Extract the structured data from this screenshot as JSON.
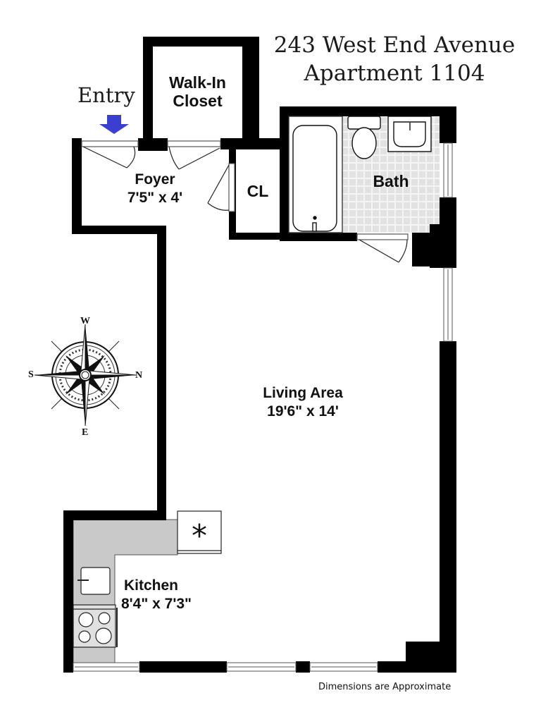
{
  "header": {
    "address_line1": "243 West End Avenue",
    "address_line2": "Apartment 1104"
  },
  "entry": {
    "label": "Entry",
    "arrow_icon": "down-arrow-icon",
    "arrow_color": "#3b3fd0"
  },
  "rooms": {
    "walk_in_closet": {
      "name_line1": "Walk-In",
      "name_line2": "Closet"
    },
    "foyer": {
      "name": "Foyer",
      "dimensions": "7'5\" x 4'"
    },
    "closet": {
      "name": "CL"
    },
    "bath": {
      "name": "Bath"
    },
    "living_area": {
      "name": "Living Area",
      "dimensions": "19'6\" x 14'"
    },
    "kitchen": {
      "name": "Kitchen",
      "dimensions": "8'4\" x 7'3\""
    }
  },
  "compass": {
    "top": "W",
    "bottom": "E",
    "left": "S",
    "right": "N"
  },
  "footer": {
    "note": "Dimensions are Approximate"
  },
  "colors": {
    "wall": "#000000",
    "counter": "#c9c9c9",
    "tile": "#e4e4e4"
  }
}
